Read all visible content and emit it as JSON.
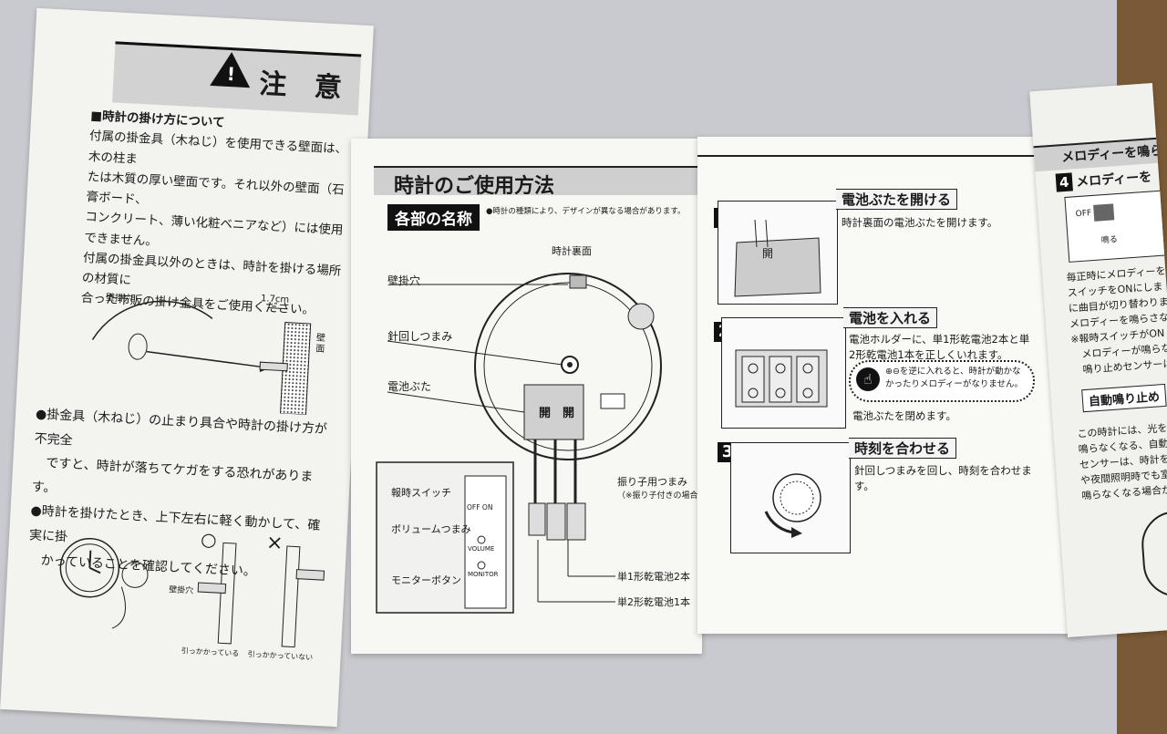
{
  "left_panel": {
    "warning_title": "注 意",
    "section_heading": "■時計の掛け方について",
    "paragraph_lines": [
      "付属の掛金具（木ねじ）を使用できる壁面は、木の柱ま",
      "たは木質の厚い壁面です。それ以外の壁面（石膏ボード、",
      "コンクリート、薄い化粧ベニアなど）には使用できません。",
      "付属の掛金具以外のときは、時計を掛ける場所の材質に",
      "合った市販の掛け金具をご使用ください。"
    ],
    "diagram_labels": {
      "hole": "壁掛穴",
      "distance": "1.7cm",
      "wall": "壁面",
      "hole2": "壁掛穴",
      "ok": "○",
      "ng": "×",
      "ok_caption": "引っかかっている",
      "ng_caption": "引っかかっていない"
    },
    "bullets": [
      "●掛金具（木ねじ）の止まり具合や時計の掛け方が不完全",
      "　ですと、時計が落ちてケガをする恐れがあります。",
      "●時計を掛けたとき、上下左右に軽く動かして、確実に掛",
      "　かっていることを確認してください。"
    ]
  },
  "middle_panel": {
    "title": "時計のご使用方法",
    "subtitle": "各部の名称",
    "note": "●時計の種類により、デザインが異なる場合があります。",
    "back_label": "時計裏面",
    "labels": {
      "wall_hole": "壁掛穴",
      "hand_knob": "針回しつまみ",
      "battery_cover": "電池ぶた",
      "chime_switch": "報時スイッチ",
      "volume_knob": "ボリュームつまみ",
      "monitor_button": "モニターボタン",
      "pendulum_knob": "振り子用つまみ",
      "pendulum_note": "（※振り子付きの場合）",
      "battery_aa": "単1形乾電池2本",
      "battery_c": "単2形乾電池1本",
      "off_on": "OFF ON",
      "volume": "VOLUME",
      "monitor": "MONITOR",
      "open": "開"
    }
  },
  "right_panel": {
    "steps": [
      {
        "num": "1",
        "title": "電池ぶたを開ける",
        "text": "時計裏面の電池ぶたを開けます。",
        "icon_text": "開"
      },
      {
        "num": "2",
        "title": "電池を入れる",
        "text": "電池ホルダーに、単1形乾電池2本と単2形乾電池1本を正しくいれます。",
        "note": "⊕⊖を逆に入れると、時計が動かなかったりメロディーがなりません。",
        "after": "電池ぶたを閉めます。"
      },
      {
        "num": "3",
        "title": "時刻を合わせる",
        "text": "針回しつまみを回し、時刻を合わせます。"
      }
    ]
  },
  "edge_panel": {
    "title": "メロディーを鳴ら",
    "step_num": "4",
    "step_head": "メロディーを",
    "switch_label": "OFF ON",
    "arrow_label": "鳴る",
    "lines": [
      "毎正時にメロディーを",
      "スイッチをONにしま",
      "に曲目が切り替わりま",
      "メロディーを鳴らさな",
      "※報時スイッチがON",
      "　メロディーが鳴らな",
      "　鳴り止めセンサーは"
    ],
    "box_head": "自動鳴り止め",
    "lines2": [
      "この時計には、光を",
      "鳴らなくなる、自動",
      "センサーは、時計を",
      "や夜間照明時でも室",
      "鳴らなくなる場合が"
    ]
  }
}
